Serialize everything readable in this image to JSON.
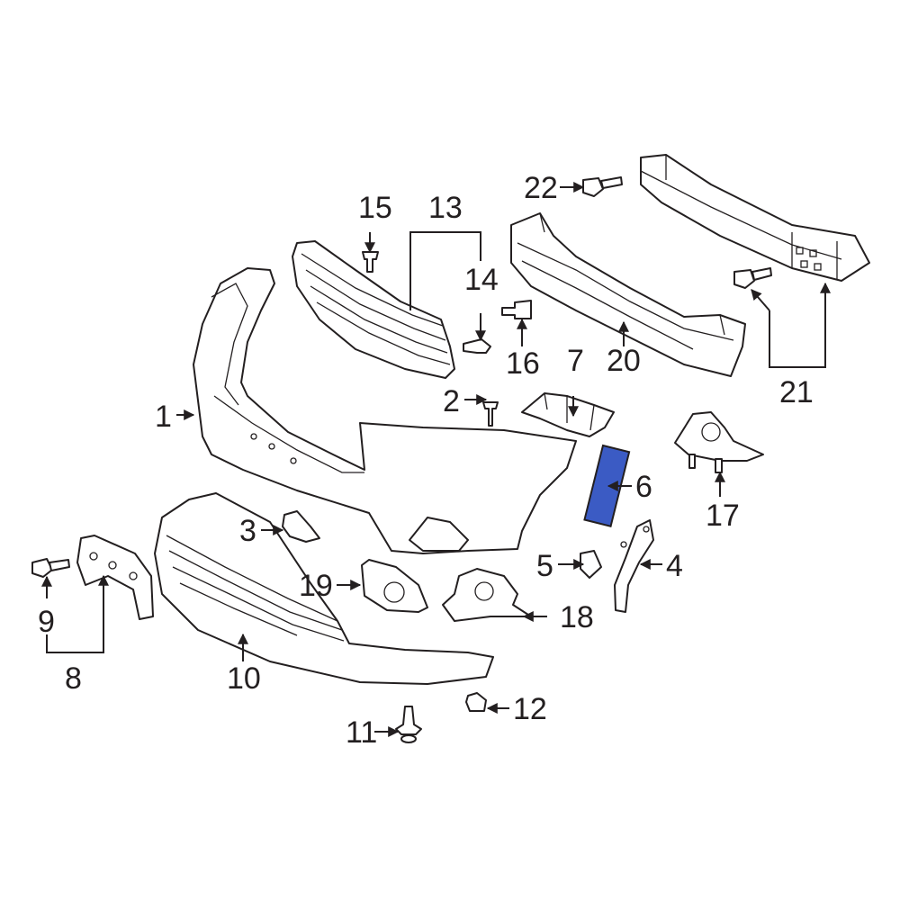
{
  "highlight_color": "#3b5bc4",
  "highlighted_part": "6",
  "callouts": {
    "c1": "1",
    "c2": "2",
    "c3": "3",
    "c4": "4",
    "c5": "5",
    "c6": "6",
    "c7": "7",
    "c8": "8",
    "c9": "9",
    "c10": "10",
    "c11": "11",
    "c12": "12",
    "c13": "13",
    "c14": "14",
    "c15": "15",
    "c16": "16",
    "c17": "17",
    "c18": "18",
    "c19": "19",
    "c20": "20",
    "c21": "21",
    "c22": "22"
  }
}
